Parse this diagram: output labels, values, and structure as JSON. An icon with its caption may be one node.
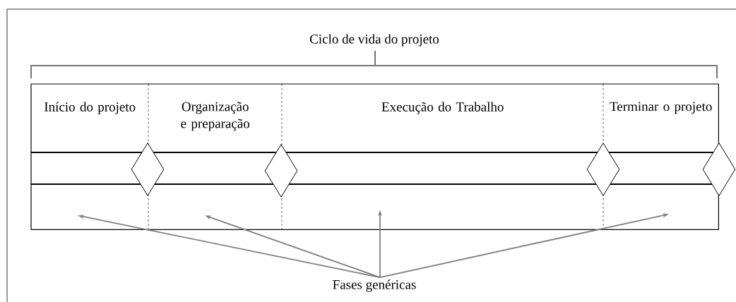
{
  "diagram": {
    "title": "Ciclo de vida do projeto",
    "nodes": [
      {
        "text": [
          "Início do projeto"
        ]
      },
      {
        "text": [
          "Organização e preparação"
        ]
      },
      {
        "text": [
          "Execução do Trabalho"
        ]
      },
      {
        "text": [
          "Terminar o projeto"
        ]
      },
      {
        "text": [],
        "shape": "diamond"
      },
      {
        "text": [],
        "shape": "diamond"
      },
      {
        "text": [],
        "shape": "diamond"
      },
      {
        "text": [],
        "shape": "diamond"
      },
      {
        "text": [
          "Fases genéricas"
        ]
      }
    ],
    "edges": [
      {
        "from": 8,
        "to": 0,
        "arrow": "to"
      },
      {
        "from": 8,
        "to": 1,
        "arrow": "to"
      },
      {
        "from": 8,
        "to": 2,
        "arrow": "to"
      },
      {
        "from": 8,
        "to": 3,
        "arrow": "to"
      }
    ]
  }
}
